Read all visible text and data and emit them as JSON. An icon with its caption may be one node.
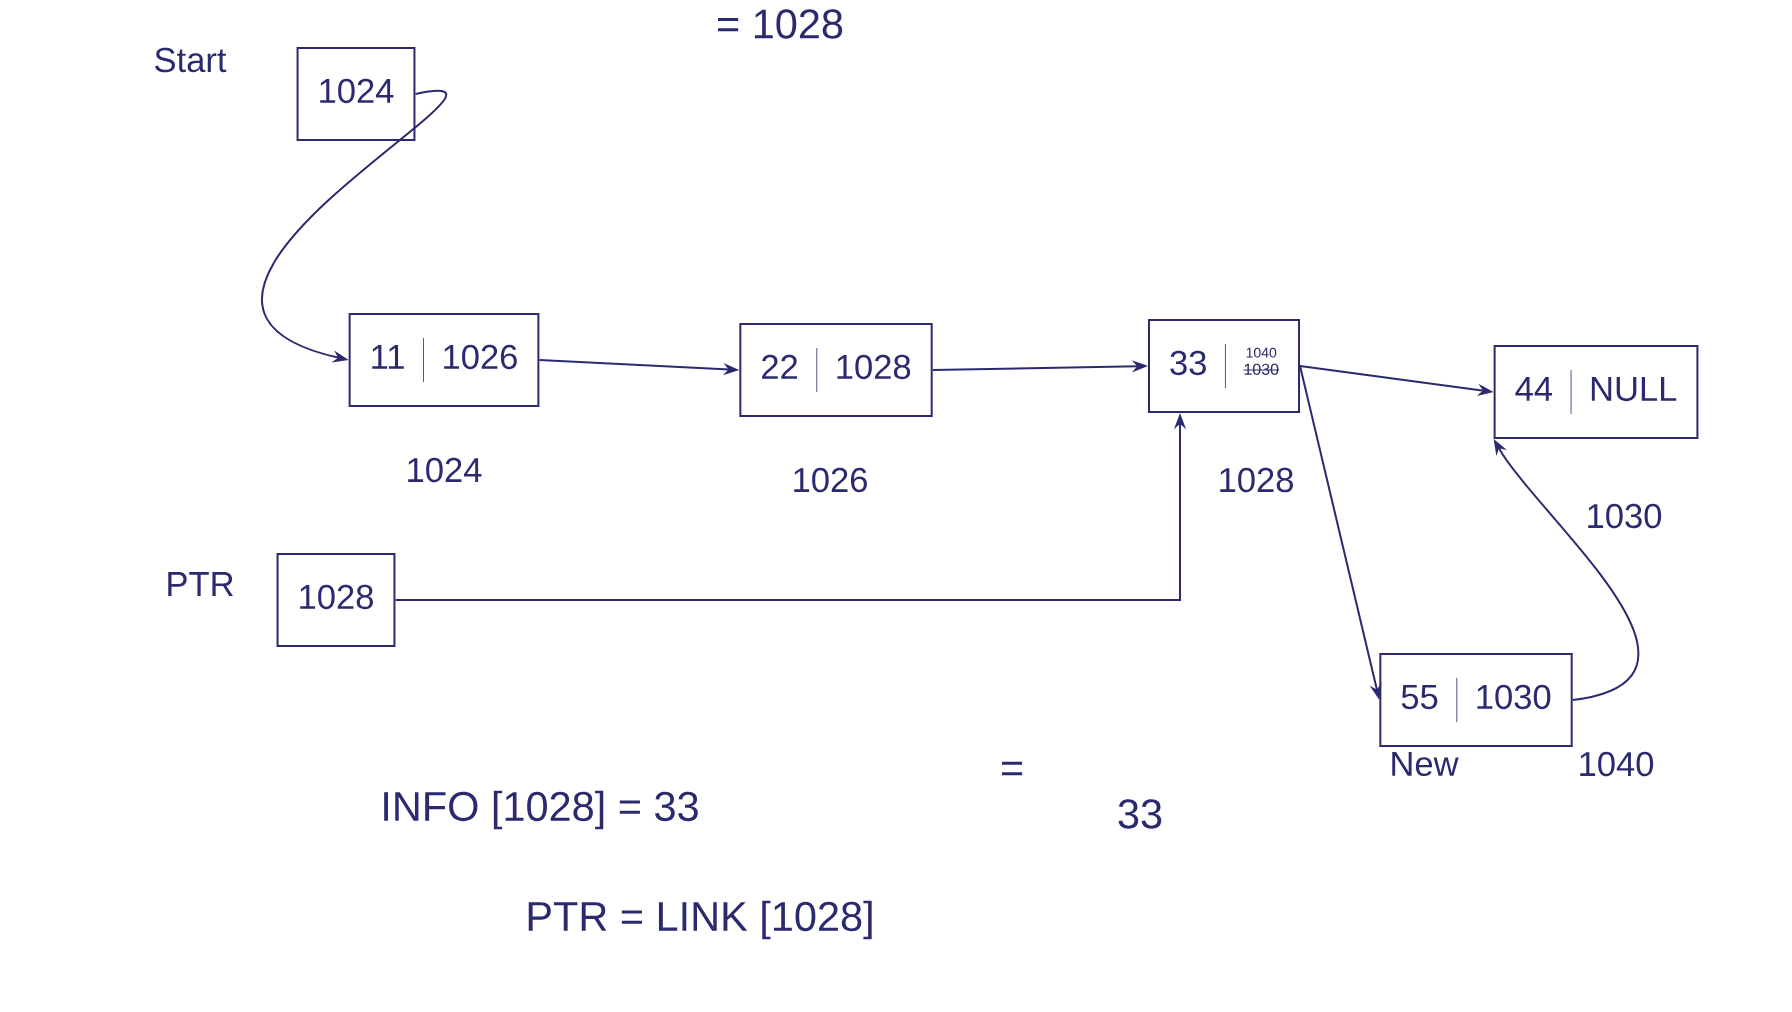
{
  "diagram": {
    "nodes": [
      {
        "text": [
          "1024"
        ],
        "beside": [
          "Start"
        ]
      },
      {
        "text": [
          "11",
          "1026"
        ],
        "beside": [
          "1024"
        ]
      },
      {
        "text": [
          "22",
          "1028"
        ],
        "beside": [
          "1026"
        ]
      },
      {
        "text": [
          "33",
          "1040",
          "1030"
        ],
        "beside": [
          "1028"
        ]
      },
      {
        "text": [
          "44",
          "NULL"
        ],
        "beside": [
          "1030"
        ]
      },
      {
        "text": [
          "1028"
        ],
        "beside": [
          "PTR"
        ]
      },
      {
        "text": [
          "55",
          "1030"
        ],
        "beside": [
          "New",
          "1040"
        ]
      }
    ],
    "edges": [
      {
        "from": 0,
        "to": 1,
        "arrow": "to"
      },
      {
        "from": 1,
        "to": 2,
        "arrow": "to"
      },
      {
        "from": 2,
        "to": 3,
        "arrow": "to"
      },
      {
        "from": 3,
        "to": 4,
        "arrow": "to"
      },
      {
        "from": 5,
        "to": 3,
        "arrow": "to"
      },
      {
        "from": 3,
        "to": 6,
        "arrow": "to"
      },
      {
        "from": 6,
        "to": 4,
        "arrow": "to"
      }
    ],
    "labels": [
      "= 1028",
      "INFO [1028] = 33",
      "=",
      "33",
      "PTR = LINK [1028]"
    ]
  }
}
